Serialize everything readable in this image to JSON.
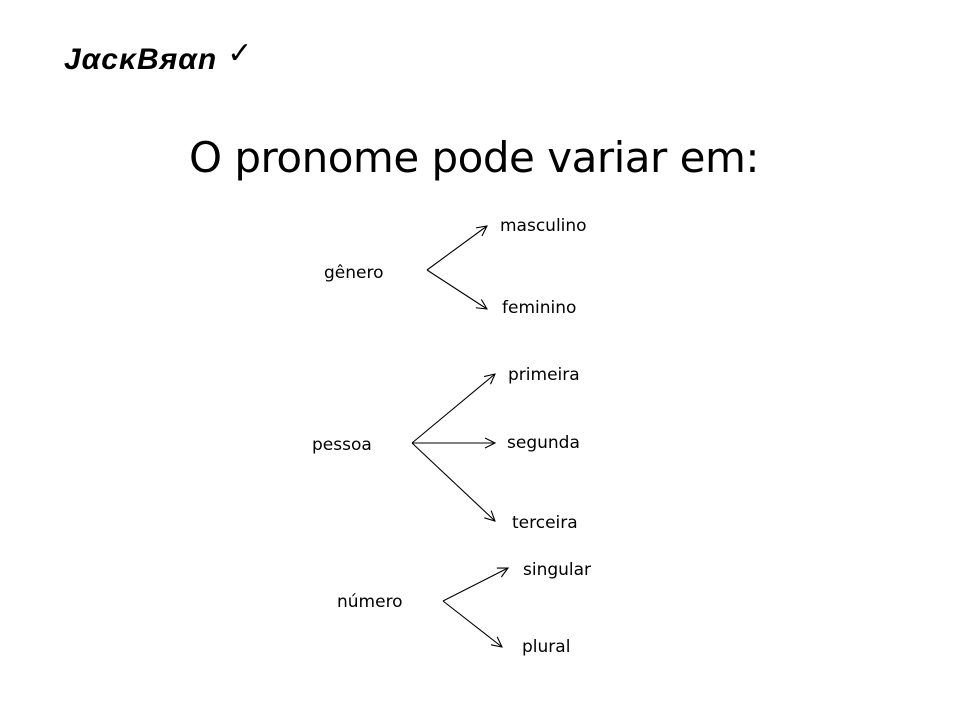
{
  "logo": {
    "text": "JαcκBяαn",
    "check_icon": "✓"
  },
  "title": "O pronome pode variar em:",
  "diagram": {
    "groups": [
      {
        "category": "gênero",
        "options": [
          "masculino",
          "feminino"
        ]
      },
      {
        "category": "pessoa",
        "options": [
          "primeira",
          "segunda",
          "terceira"
        ]
      },
      {
        "category": "número",
        "options": [
          "singular",
          "plural"
        ]
      }
    ]
  }
}
